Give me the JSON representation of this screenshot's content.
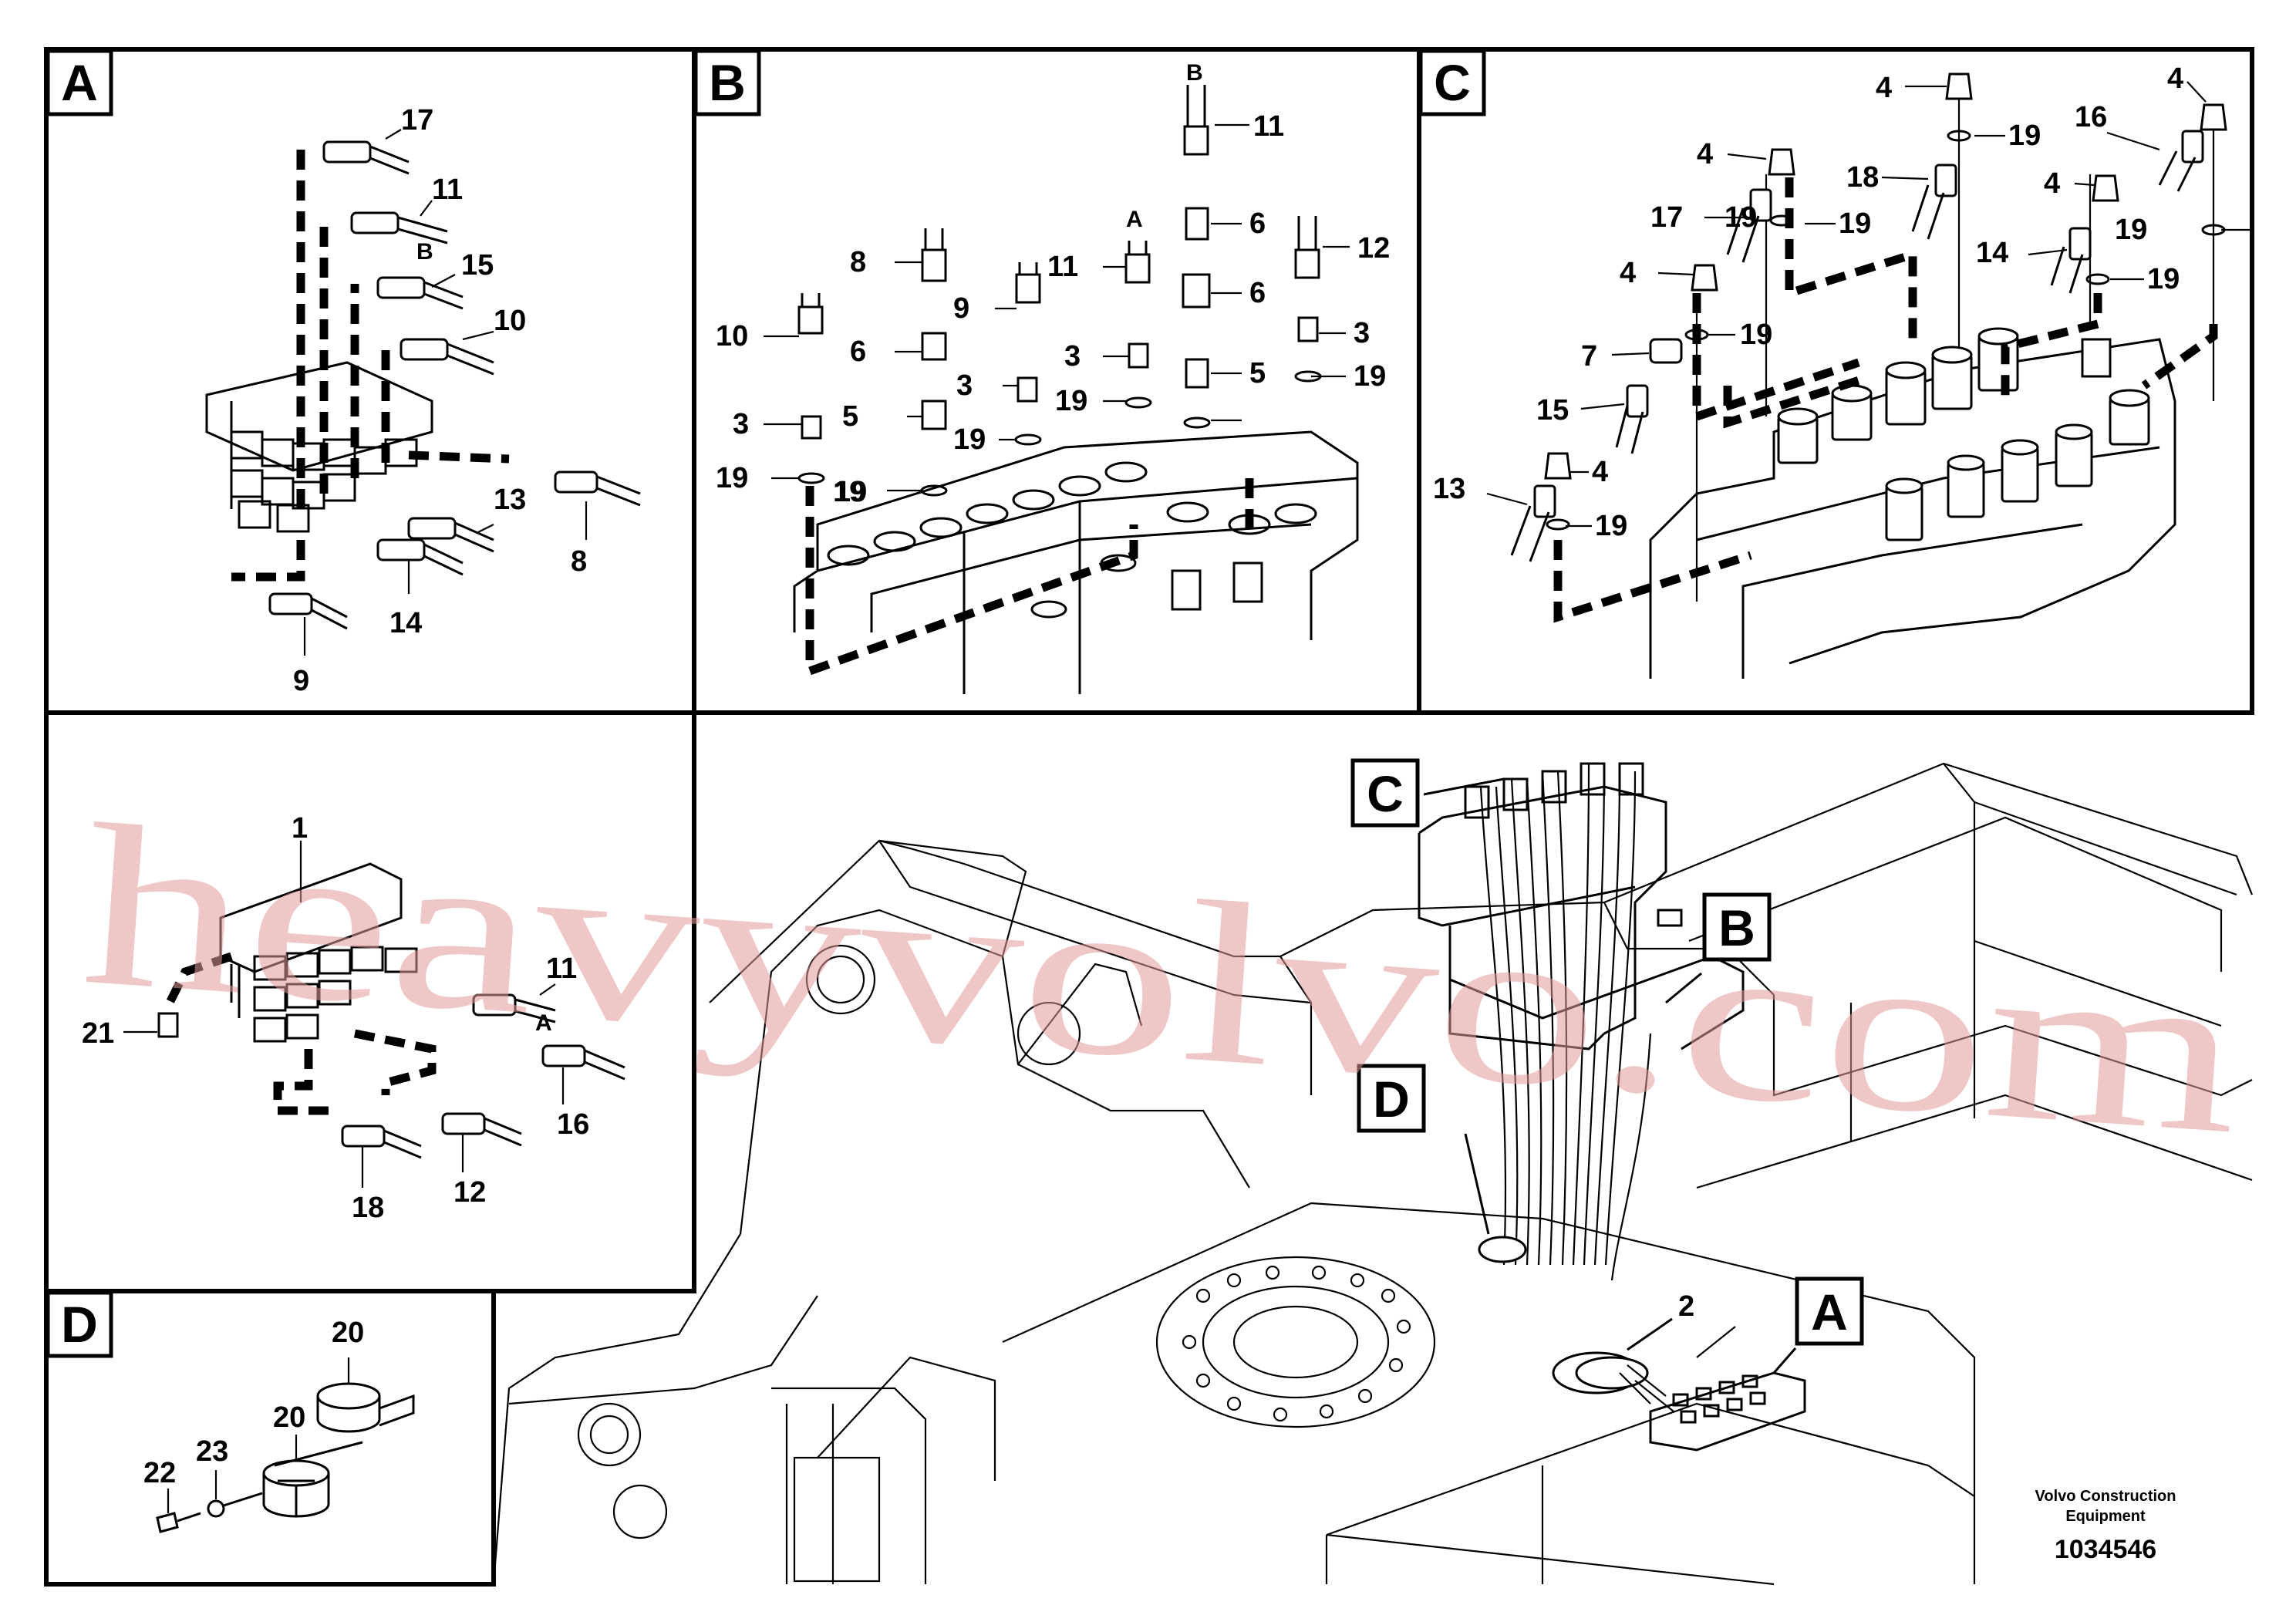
{
  "panels": {
    "A": {
      "tag": "A",
      "callouts": [
        "17",
        "11",
        "15",
        "10",
        "13",
        "8",
        "14",
        "9"
      ],
      "letter": "B"
    },
    "B": {
      "tag": "B",
      "callouts": [
        "11",
        "6",
        "6",
        "5",
        "12",
        "3",
        "19",
        "8",
        "6",
        "5",
        "19",
        "9",
        "3",
        "19",
        "11",
        "3",
        "19",
        "10",
        "3",
        "19",
        "19"
      ],
      "letters": [
        "B",
        "A"
      ]
    },
    "C": {
      "tag": "C",
      "callouts": [
        "4",
        "19",
        "4",
        "18",
        "19",
        "17",
        "19",
        "4",
        "16",
        "4",
        "19",
        "14",
        "19",
        "4",
        "19",
        "7",
        "15",
        "13",
        "4",
        "19"
      ]
    },
    "E": {
      "callouts": [
        "1",
        "21",
        "11",
        "16",
        "18",
        "12"
      ],
      "letter": "A"
    },
    "D": {
      "tag": "D",
      "callouts": [
        "20",
        "20",
        "23",
        "22"
      ]
    }
  },
  "overview": {
    "tags": [
      "C",
      "B",
      "D",
      "A"
    ],
    "callouts": [
      "2"
    ]
  },
  "footer": {
    "brand_line1": "Volvo Construction",
    "brand_line2": "Equipment",
    "doc_number": "1034546"
  },
  "watermark": "heavyvolvo.com",
  "colors": {
    "line": "#000000",
    "background": "#ffffff",
    "watermark": "#e59b9b"
  }
}
